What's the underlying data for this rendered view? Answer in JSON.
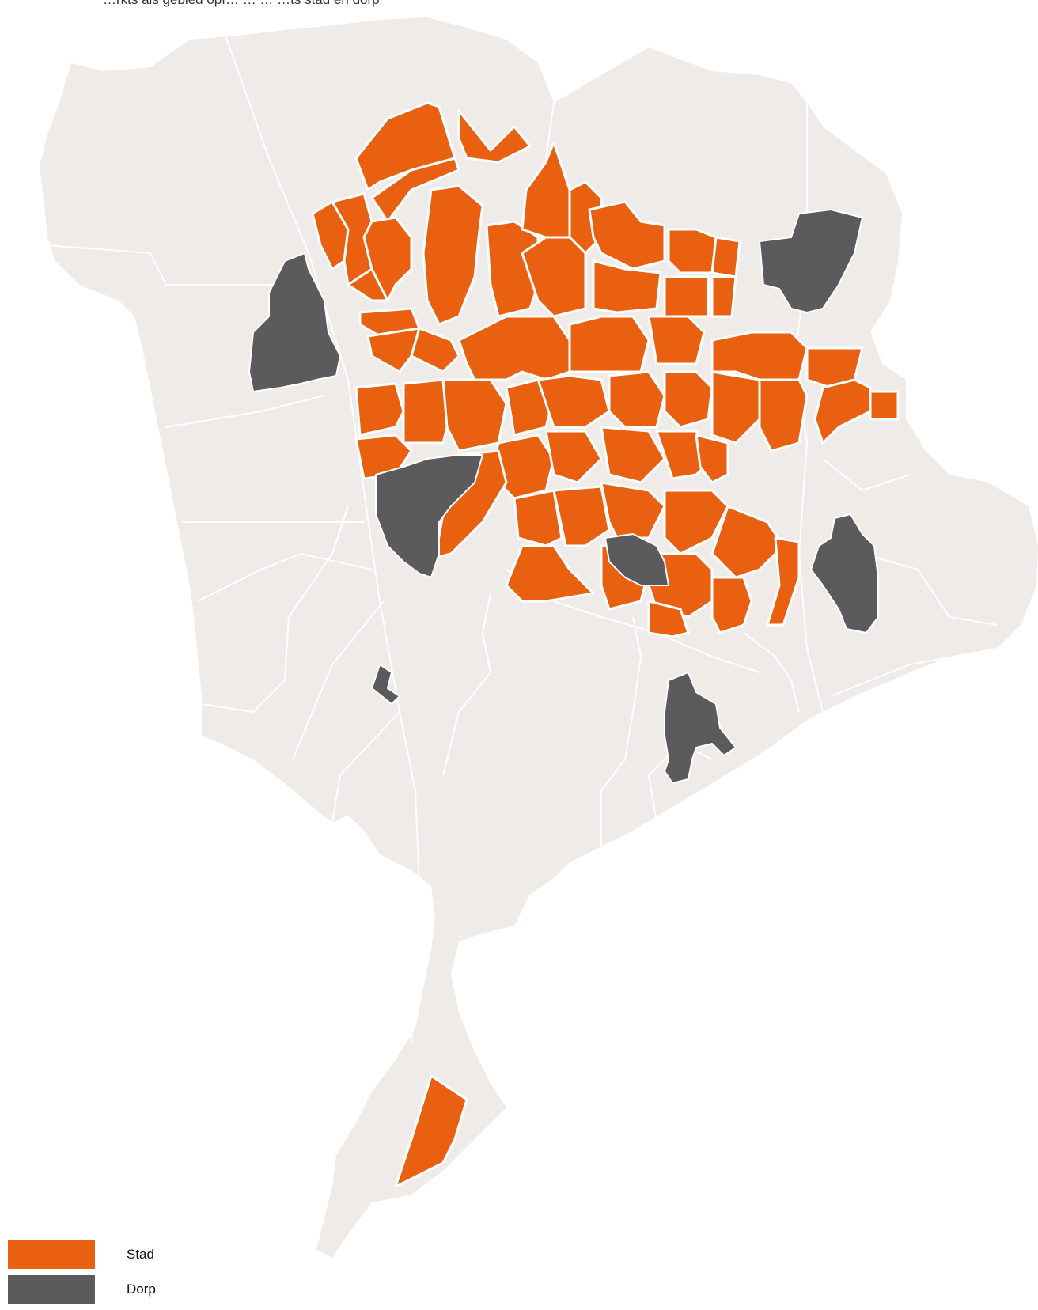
{
  "title": "…rkts als gebied opf… … … …ts stad en dorp",
  "colors": {
    "background_land": "#efebe8",
    "roads": "#ffffff",
    "stad": "#e86010",
    "dorp": "#5b5b5d"
  },
  "legend": [
    {
      "label": "Stad",
      "color": "#e86010"
    },
    {
      "label": "Dorp",
      "color": "#5b5b5d"
    }
  ]
}
